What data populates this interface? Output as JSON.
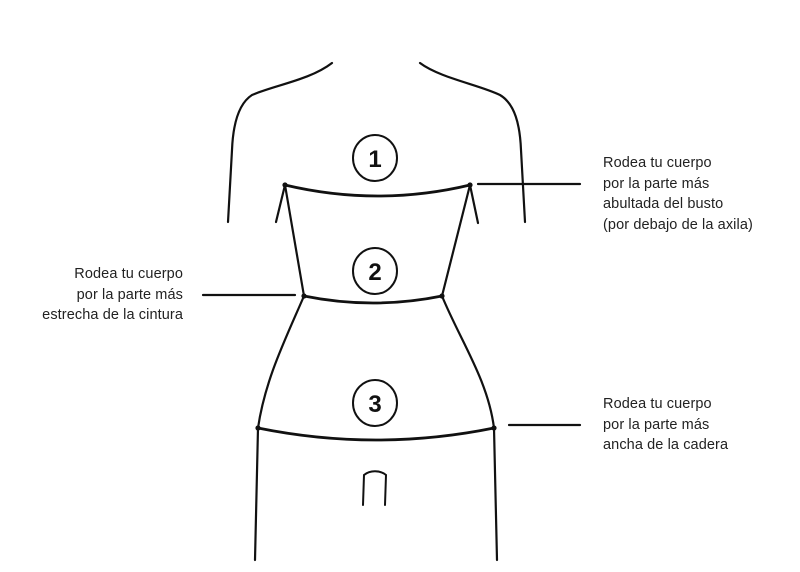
{
  "markers": [
    {
      "number": "1",
      "lines": [
        "Rodea tu cuerpo",
        "por la parte más",
        "abultada del busto",
        "(por debajo de la axila)"
      ]
    },
    {
      "number": "2",
      "lines": [
        "Rodea tu cuerpo",
        "por la parte más",
        "estrecha de la cintura"
      ]
    },
    {
      "number": "3",
      "lines": [
        "Rodea tu cuerpo",
        "por la parte más",
        "ancha de la cadera"
      ]
    }
  ],
  "line_color": "#111111"
}
